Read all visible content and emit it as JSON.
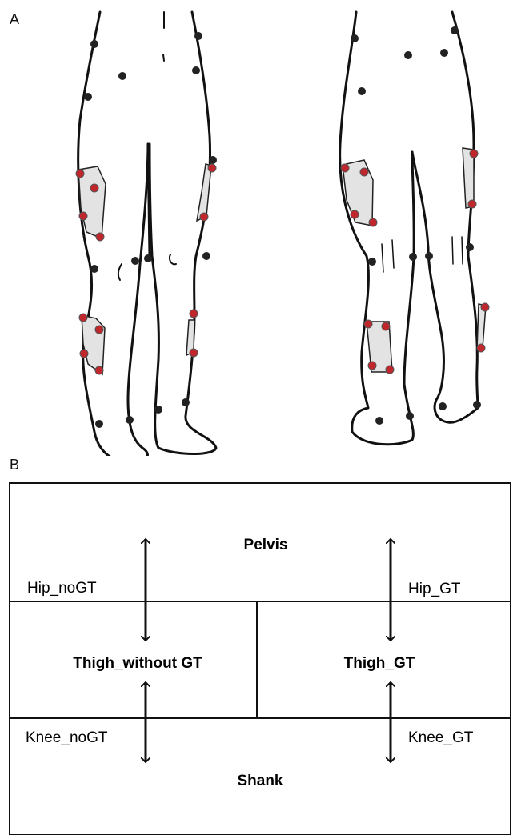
{
  "panels": {
    "a": "A",
    "b": "B"
  },
  "segments": {
    "pelvis": "Pelvis",
    "thigh_without_gt": "Thigh_without GT",
    "thigh_gt": "Thigh_GT",
    "shank": "Shank"
  },
  "joints": {
    "hip_nogt": "Hip_noGT",
    "hip_gt": "Hip_GT",
    "knee_nogt": "Knee_noGT",
    "knee_gt": "Knee_GT"
  },
  "colors": {
    "marker_black": "#222222",
    "marker_red": "#c0272d",
    "cluster_fill": "#e3e3e3",
    "line": "#111111"
  },
  "icons": [
    "double-headed-arrow-icon",
    "marker-dot-icon",
    "marker-cluster-plate-icon"
  ]
}
